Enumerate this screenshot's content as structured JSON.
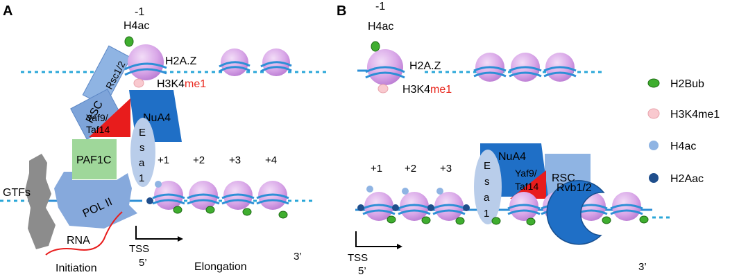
{
  "panelA": {
    "letter": "A",
    "minus1": "-1",
    "h4ac": "H4ac",
    "h2az": "H2A.Z",
    "h3k4": "H3K4",
    "me1": "me1",
    "rsc12": "Rsc1/2",
    "rsc": "RSC",
    "yaf9": "Yaf9/",
    "taf14": "Taf14",
    "nua4": "NuA4",
    "esa1": [
      "E",
      "s",
      "a",
      "1"
    ],
    "paf1c": "PAF1C",
    "polII": "POL II",
    "gtfs": "GTFs",
    "rna": "RNA",
    "positions": [
      "+1",
      "+2",
      "+3",
      "+4"
    ],
    "tss": "TSS",
    "fivePrime": "5’",
    "threePrime": "3’",
    "initiation": "Initiation",
    "elongation": "Elongation"
  },
  "panelB": {
    "letter": "B",
    "minus1": "-1",
    "h4ac": "H4ac",
    "h2az": "H2A.Z",
    "h3k4": "H3K4",
    "me1": "me1",
    "nua4": "NuA4",
    "esa1": [
      "E",
      "s",
      "a",
      "1"
    ],
    "yaf9": "Yaf9/",
    "taf14": "Taf14",
    "rsc": "RSC",
    "rvb": "Rvb1/2",
    "positions": [
      "+1",
      "+2",
      "+3"
    ],
    "tss": "TSS",
    "fivePrime": "5’",
    "threePrime": "3’"
  },
  "legend": [
    {
      "label": "H2Bub",
      "color": "#3fae2f",
      "stroke": "#1e6b14"
    },
    {
      "label": "H3K4me1",
      "color": "#f9c9cf",
      "stroke": "#e8a3ab"
    },
    {
      "label": "H4ac",
      "color": "#8fb4e3",
      "stroke": "#8fb4e3"
    },
    {
      "label": "H2Aac",
      "color": "#1f4e8c",
      "stroke": "#1f4e8c"
    }
  ],
  "colors": {
    "nucleosome": "#d9a7e8",
    "dna": "#2e8fd6",
    "dnaDotted": "#2aa7d8",
    "rsc": "#7ea4d9",
    "nua4": "#1f6fc6",
    "yaf9": "#e81c1c",
    "paf1c": "#9fd79a",
    "polII": "#86a9dc",
    "gtfs": "#8c8c8c",
    "esa1": "#b9cdea",
    "me1": "#e8261c",
    "rvb": "#1f6fc6"
  }
}
